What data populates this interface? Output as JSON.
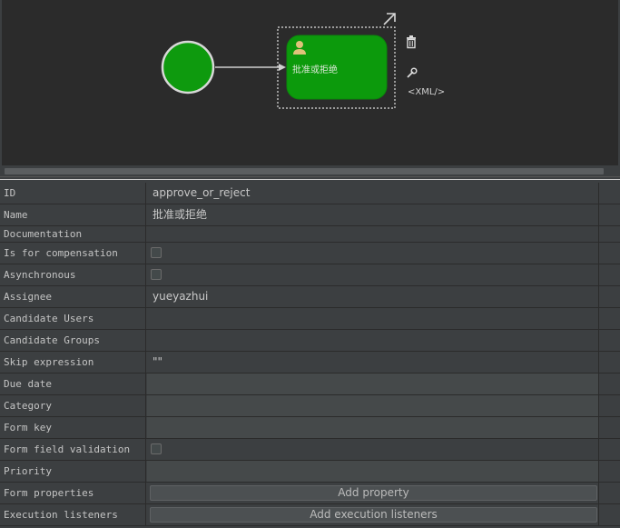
{
  "diagram": {
    "task_name": "批准或拒绝",
    "xml_label": "<XML/>",
    "icons": [
      "start-event",
      "user-task-icon",
      "expand-arrow-icon",
      "trash-icon",
      "wrench-icon"
    ],
    "colors": {
      "canvas_bg": "#2b2b2b",
      "start_fill": "#0e9a0e",
      "task_fill": "#0c9a0c",
      "user_icon": "#e0c27a"
    }
  },
  "properties": [
    {
      "name": "ID",
      "value": "approve_or_reject",
      "kind": "text"
    },
    {
      "name": "Name",
      "value": "批准或拒绝",
      "kind": "text"
    },
    {
      "name": "Documentation",
      "value": "",
      "kind": "text"
    },
    {
      "name": "Is for compensation",
      "value": "",
      "kind": "checkbox"
    },
    {
      "name": "Asynchronous",
      "value": "",
      "kind": "checkbox"
    },
    {
      "name": "Assignee",
      "value": "yueyazhui",
      "kind": "text"
    },
    {
      "name": "Candidate Users",
      "value": "",
      "kind": "text"
    },
    {
      "name": "Candidate Groups",
      "value": "",
      "kind": "text"
    },
    {
      "name": "Skip expression",
      "value": "\"\"",
      "kind": "text"
    },
    {
      "name": "Due date",
      "value": "",
      "kind": "shaded"
    },
    {
      "name": "Category",
      "value": "",
      "kind": "shaded"
    },
    {
      "name": "Form key",
      "value": "",
      "kind": "shaded"
    },
    {
      "name": "Form field validation",
      "value": "",
      "kind": "checkbox"
    },
    {
      "name": "Priority",
      "value": "",
      "kind": "shaded"
    },
    {
      "name": "Form properties",
      "value": "Add property",
      "kind": "button"
    },
    {
      "name": "Execution listeners",
      "value": "Add execution listeners",
      "kind": "button"
    }
  ]
}
